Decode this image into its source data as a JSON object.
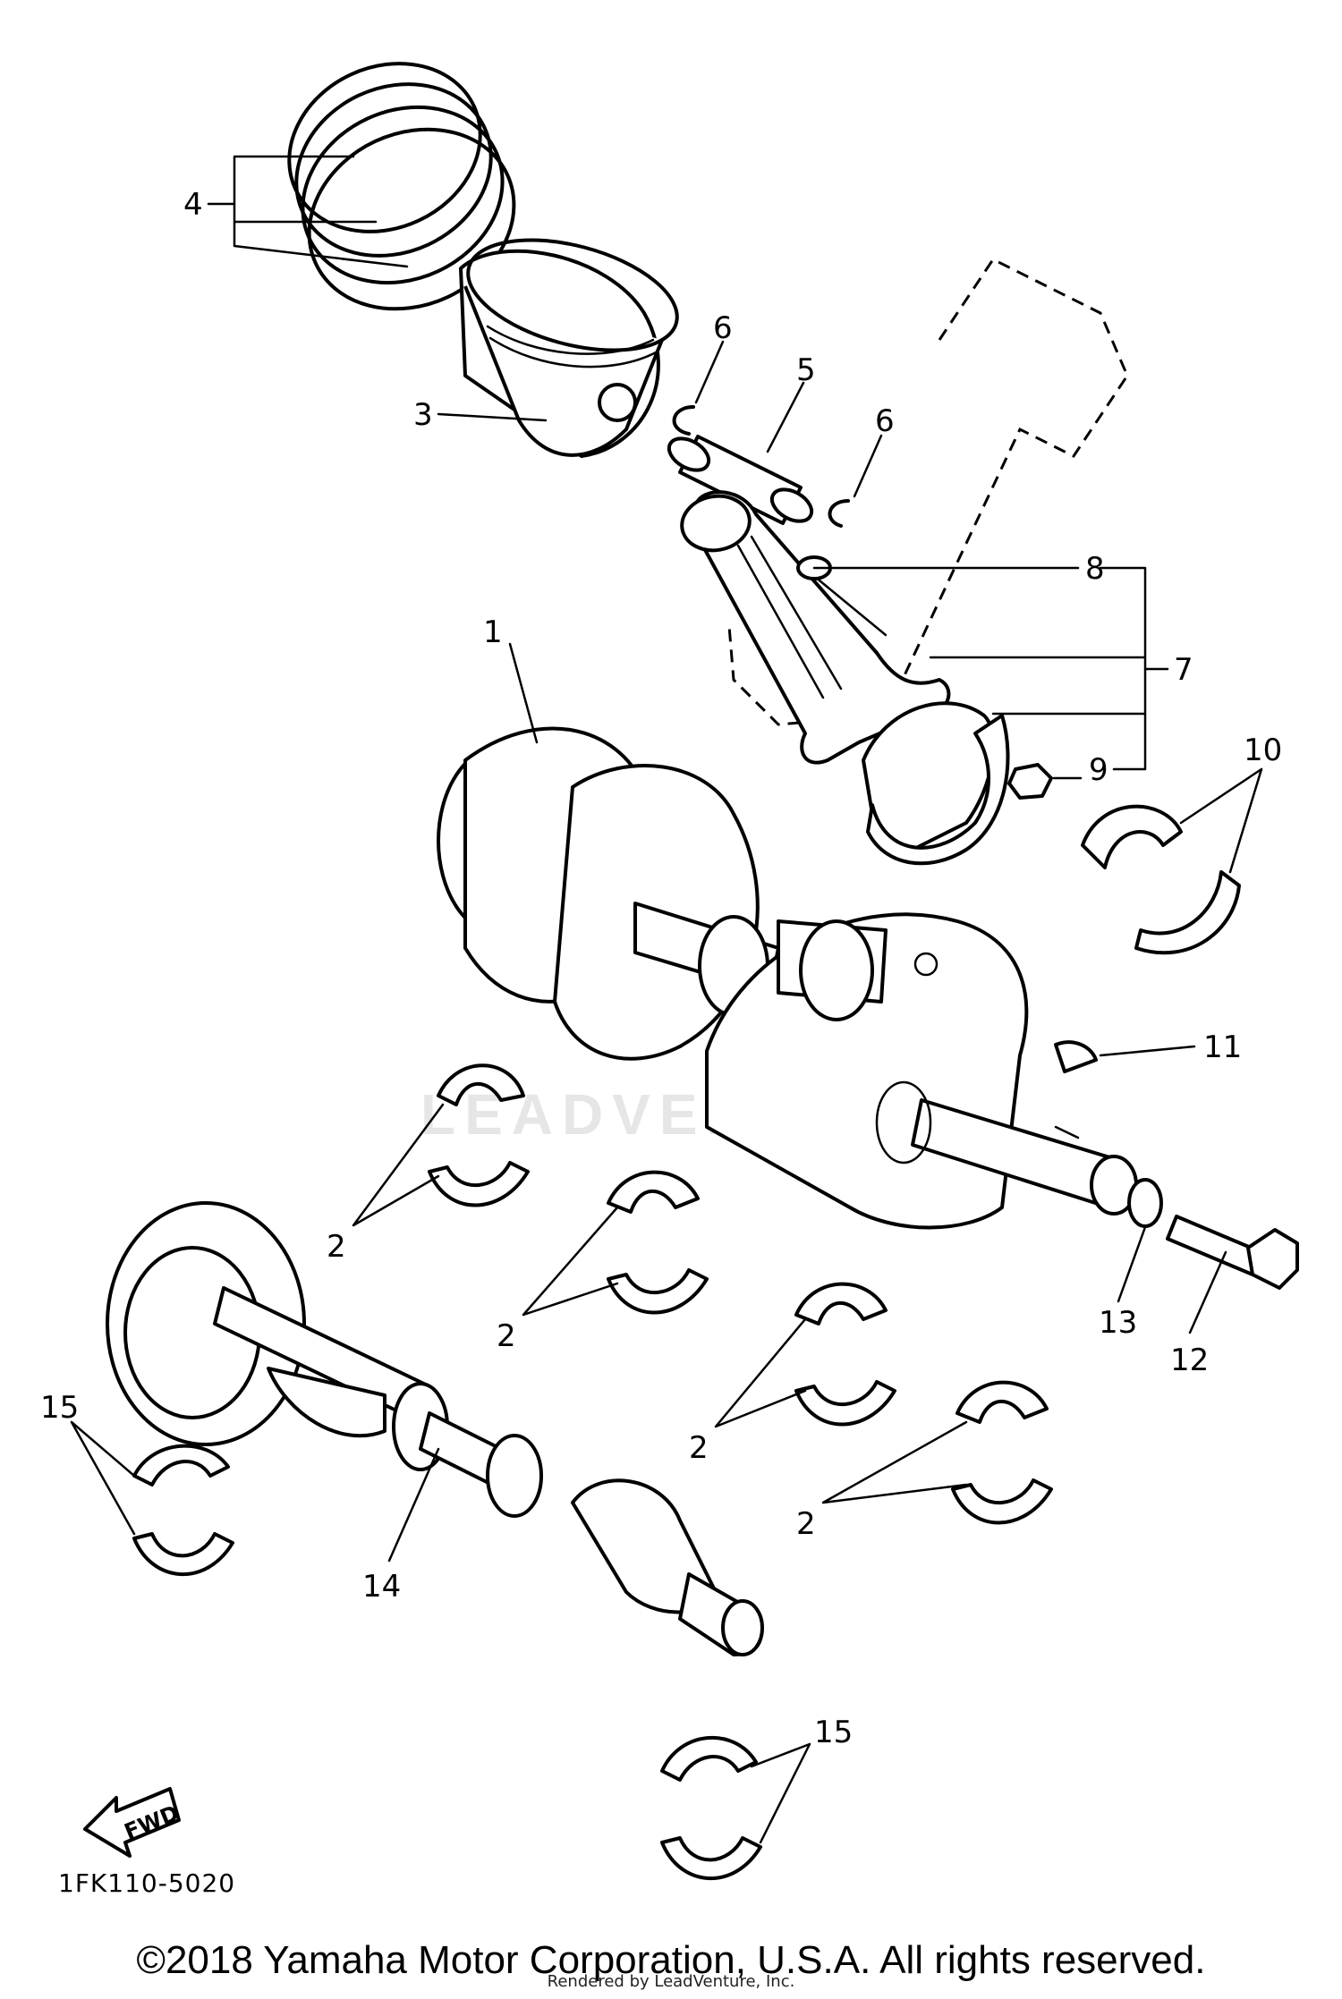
{
  "diagram": {
    "code": "1FK110-5020",
    "fwd_label": "FWD",
    "watermark": "LEADVENTURE",
    "callouts": [
      {
        "id": "c1",
        "label": "1"
      },
      {
        "id": "c2a",
        "label": "2"
      },
      {
        "id": "c2b",
        "label": "2"
      },
      {
        "id": "c2c",
        "label": "2"
      },
      {
        "id": "c2d",
        "label": "2"
      },
      {
        "id": "c3",
        "label": "3"
      },
      {
        "id": "c4",
        "label": "4"
      },
      {
        "id": "c5",
        "label": "5"
      },
      {
        "id": "c6a",
        "label": "6"
      },
      {
        "id": "c6b",
        "label": "6"
      },
      {
        "id": "c7",
        "label": "7"
      },
      {
        "id": "c8",
        "label": "8"
      },
      {
        "id": "c9",
        "label": "9"
      },
      {
        "id": "c10",
        "label": "10"
      },
      {
        "id": "c11",
        "label": "11"
      },
      {
        "id": "c12",
        "label": "12"
      },
      {
        "id": "c13",
        "label": "13"
      },
      {
        "id": "c14",
        "label": "14"
      },
      {
        "id": "c15a",
        "label": "15"
      },
      {
        "id": "c15b",
        "label": "15"
      }
    ]
  },
  "footer": {
    "copyright": "©2018 Yamaha Motor Corporation, U.S.A. All rights reserved.",
    "rendered_by": "Rendered by LeadVenture, Inc."
  }
}
